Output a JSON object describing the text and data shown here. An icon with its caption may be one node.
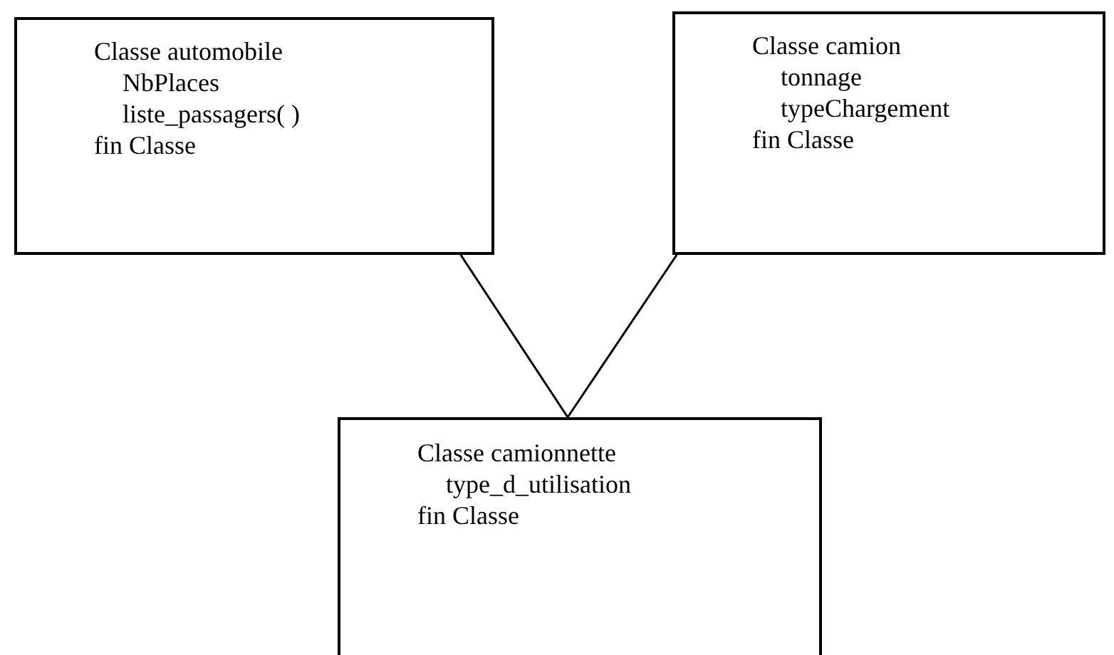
{
  "diagram": {
    "nodes": [
      {
        "text": [
          "Classe automobile",
          "NbPlaces",
          "liste_passagers( )",
          "fin Classe"
        ]
      },
      {
        "text": [
          "Classe camion",
          "tonnage",
          "typeChargement",
          "fin Classe"
        ]
      },
      {
        "text": [
          "Classe camionnette",
          "type_d_utilisation",
          "fin Classe"
        ]
      }
    ],
    "edges": [
      {
        "from": 0,
        "to": 2,
        "arrow": "none"
      },
      {
        "from": 1,
        "to": 2,
        "arrow": "none"
      }
    ]
  }
}
